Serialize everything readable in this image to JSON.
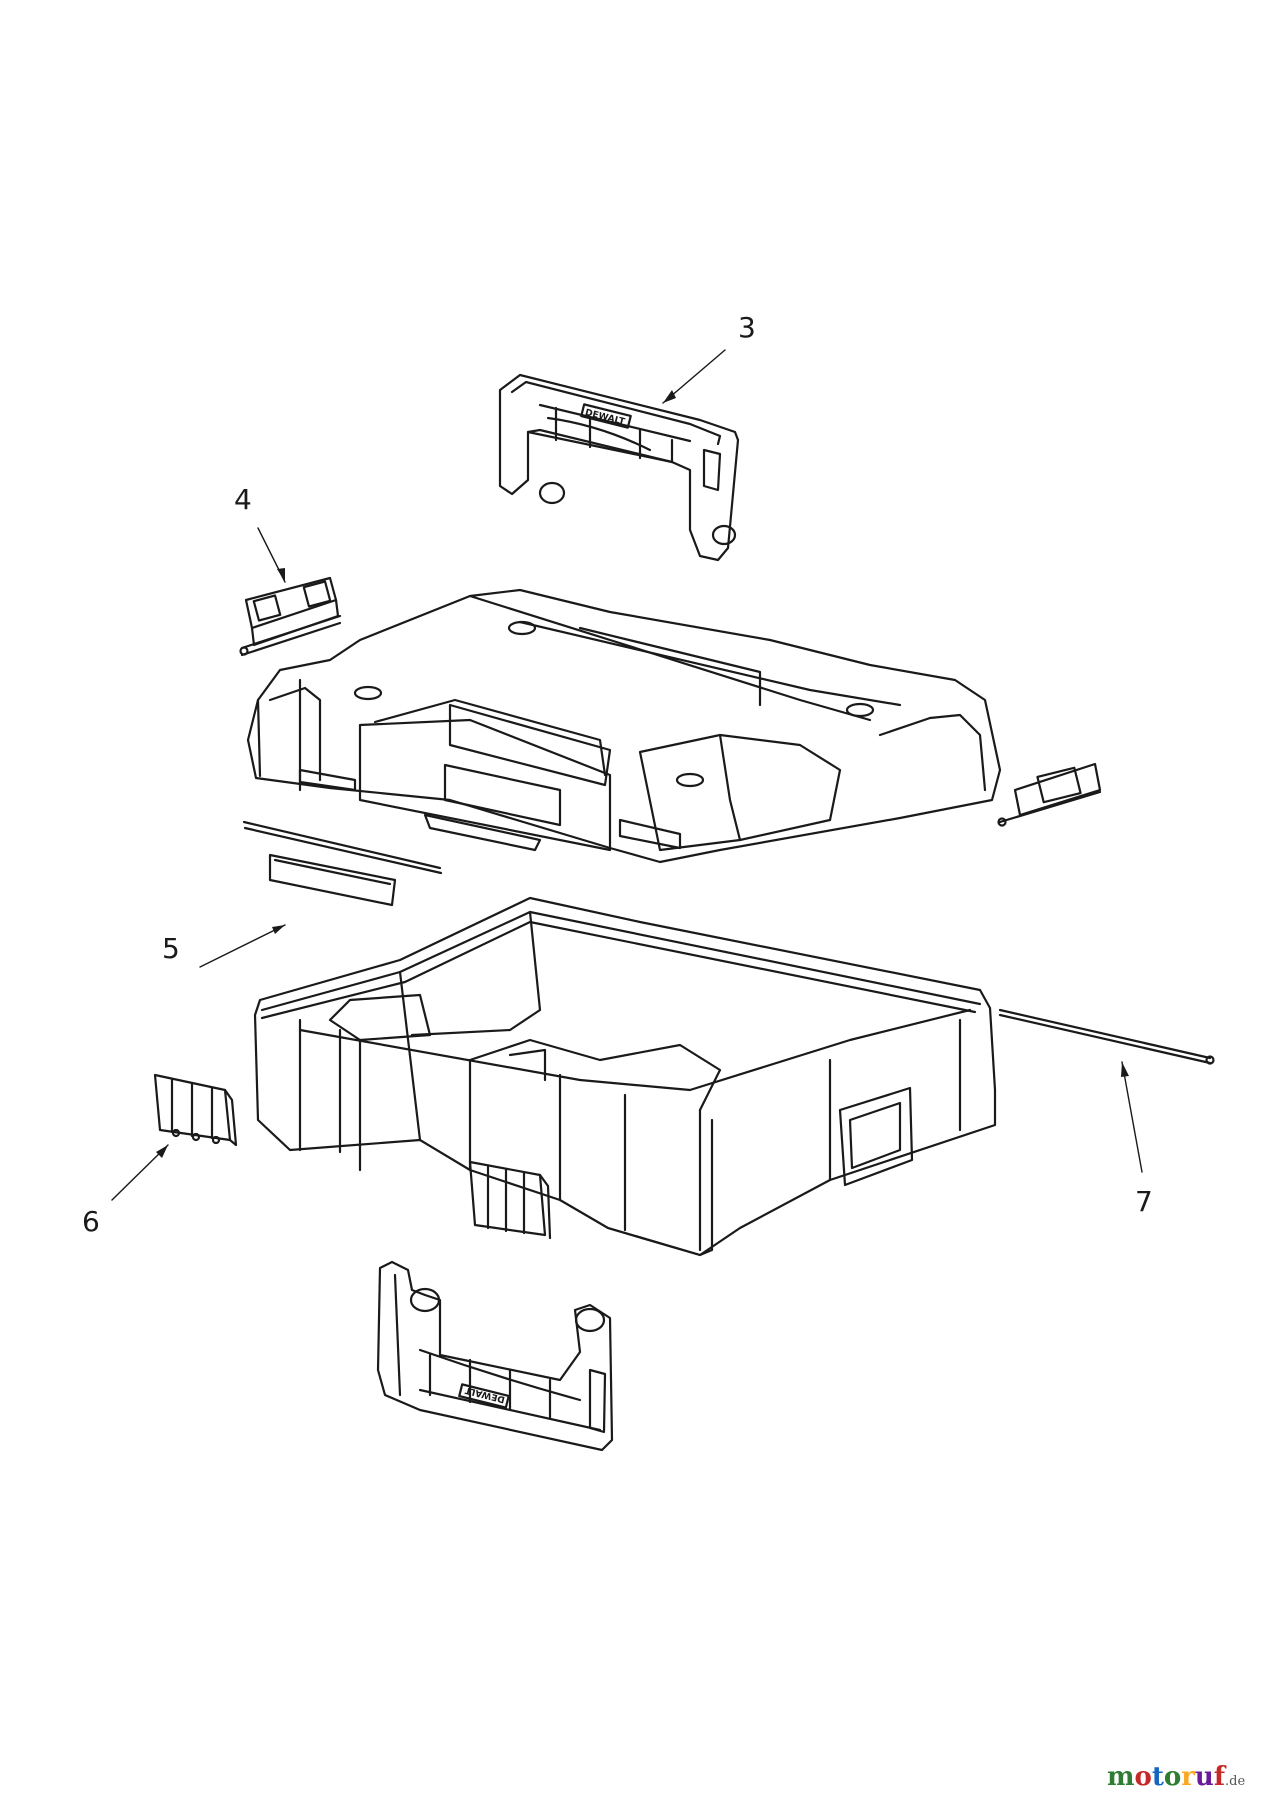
{
  "callouts": {
    "c3": "3",
    "c4": "4",
    "c5": "5",
    "c6": "6",
    "c7": "7"
  },
  "brand": {
    "upper_handle": "DEWALT",
    "lower_handle": "DEWALT"
  },
  "watermark": {
    "letters": [
      "m",
      "o",
      "t",
      "o",
      "r",
      "u",
      "f"
    ],
    "colors": [
      "#2e7d32",
      "#c62828",
      "#1565c0",
      "#2e7d32",
      "#f9a825",
      "#6a1b9a",
      "#c62828"
    ],
    "suffix": ".de"
  },
  "colors": {
    "line": "#1a1a1a",
    "background": "#ffffff"
  }
}
